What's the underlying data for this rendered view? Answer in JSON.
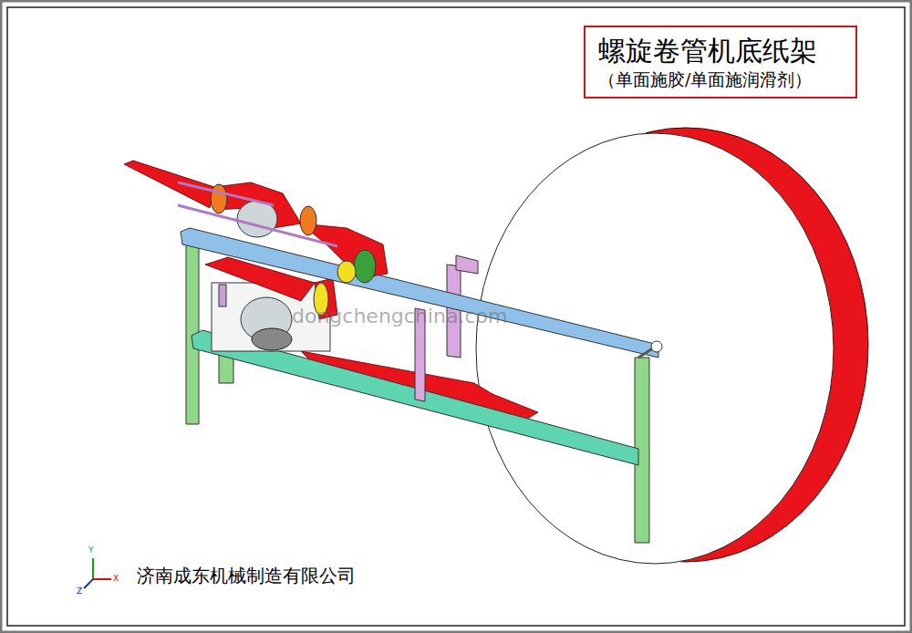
{
  "diagram": {
    "nodes": [
      {
        "text": [
          "螺旋卷管机底纸架",
          "（单面施胶/单面施润滑剂）"
        ]
      }
    ],
    "labels": [
      "dongchengchina.com",
      "济南成东机械制造有限公司",
      "Y",
      "X",
      "Z"
    ]
  }
}
